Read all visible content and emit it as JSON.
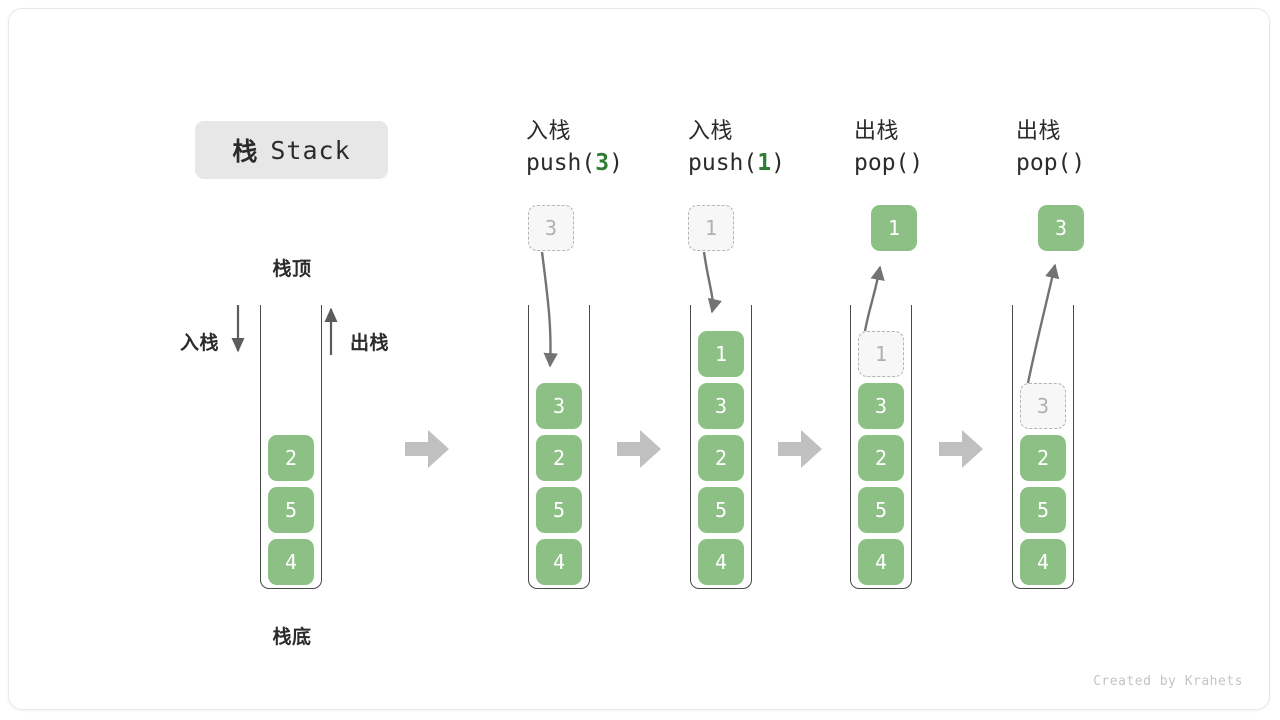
{
  "title": {
    "cn": "栈",
    "en": "Stack"
  },
  "labels": {
    "top": "栈顶",
    "bottom": "栈底",
    "push_side": "入栈",
    "pop_side": "出栈"
  },
  "colors": {
    "item_green": "#8cc084",
    "accent_green": "#2f7d32",
    "ghost_fill": "#f7f7f7",
    "ghost_border": "#b4b4b4",
    "arrow_grey": "#bdbdbd",
    "stroke": "#4a4a4a",
    "badge_bg": "#e7e7e7"
  },
  "columns": [
    {
      "id": "initial",
      "header_cn": "",
      "header_op": "",
      "op_num": "",
      "items": [
        "2",
        "5",
        "4"
      ],
      "ghost_top": null,
      "float_cell": null
    },
    {
      "id": "push-3",
      "header_cn": "入栈",
      "header_op_prefix": "push(",
      "op_num": "3",
      "header_op_suffix": ")",
      "items": [
        "3",
        "2",
        "5",
        "4"
      ],
      "ghost_top": null,
      "float_cell": {
        "value": "3",
        "style": "ghost"
      }
    },
    {
      "id": "push-1",
      "header_cn": "入栈",
      "header_op_prefix": "push(",
      "op_num": "1",
      "header_op_suffix": ")",
      "items": [
        "1",
        "3",
        "2",
        "5",
        "4"
      ],
      "ghost_top": null,
      "float_cell": {
        "value": "1",
        "style": "ghost"
      }
    },
    {
      "id": "pop-1",
      "header_cn": "出栈",
      "header_op_prefix": "pop(",
      "op_num": "",
      "header_op_suffix": ")",
      "items": [
        "3",
        "2",
        "5",
        "4"
      ],
      "ghost_top": "1",
      "float_cell": {
        "value": "1",
        "style": "solid"
      }
    },
    {
      "id": "pop-3",
      "header_cn": "出栈",
      "header_op_prefix": "pop(",
      "op_num": "",
      "header_op_suffix": ")",
      "items": [
        "2",
        "5",
        "4"
      ],
      "ghost_top": "3",
      "float_cell": {
        "value": "3",
        "style": "solid"
      }
    }
  ],
  "credit": "Created by Krahets"
}
